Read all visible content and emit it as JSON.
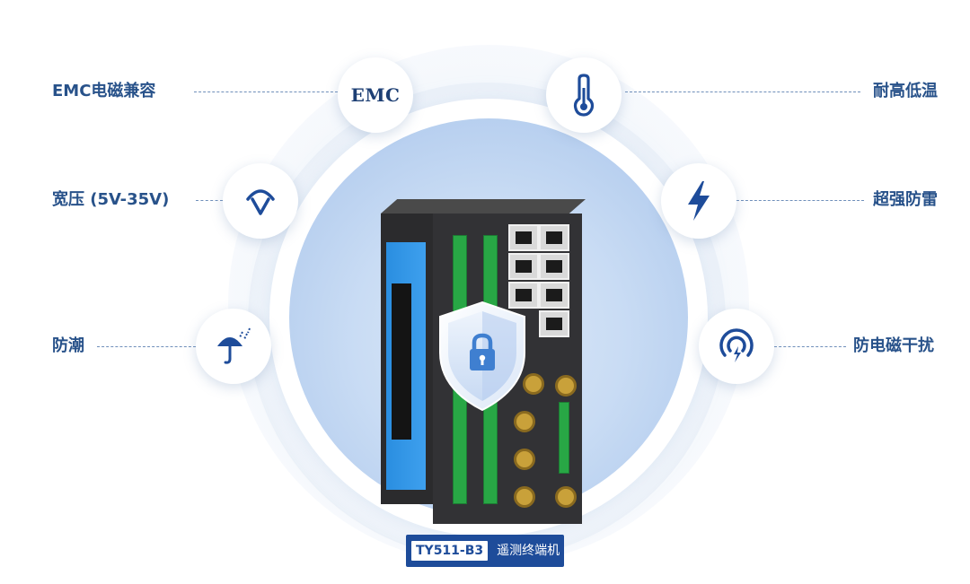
{
  "features": {
    "emc": {
      "label": "EMC电磁兼容",
      "icon_text": "EMC",
      "icon": "emc-icon"
    },
    "wide_voltage": {
      "label": "宽压 (5V-35V)",
      "icon": "voltage-v-icon"
    },
    "moisture": {
      "label": "防潮",
      "icon": "umbrella-rain-icon"
    },
    "temperature": {
      "label": "耐高低温",
      "icon": "thermometer-icon"
    },
    "lightning": {
      "label": "超强防雷",
      "icon": "lightning-icon"
    },
    "anti_interference": {
      "label": "防电磁干扰",
      "icon": "signal-interference-icon"
    }
  },
  "product": {
    "model": "TY511-B3",
    "name": "遥测终端机"
  },
  "colors": {
    "accent": "#1e4c9a",
    "label_text": "#28528a",
    "device_blue": "#2a8ee0",
    "terminal_green": "#28a745"
  }
}
